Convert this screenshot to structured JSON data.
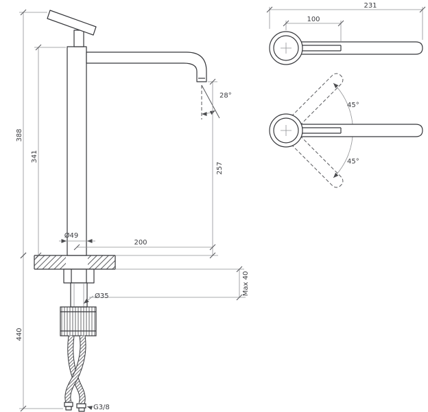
{
  "drawing": {
    "front_view": {
      "dim_total_height": "388",
      "dim_upper_height": "341",
      "dim_lower_height": "440",
      "dim_spout_to_deck": "257",
      "dim_spout_reach": "200",
      "spout_angle": "28°",
      "base_diameter": "Ø49",
      "shaft_diameter": "Ø35",
      "deck_max_thickness": "Max 40",
      "hose_thread": "G3/8"
    },
    "top_view": {
      "dim_total_length": "231",
      "dim_handle_length": "100",
      "swing_up": "45°",
      "swing_down": "45°"
    }
  }
}
